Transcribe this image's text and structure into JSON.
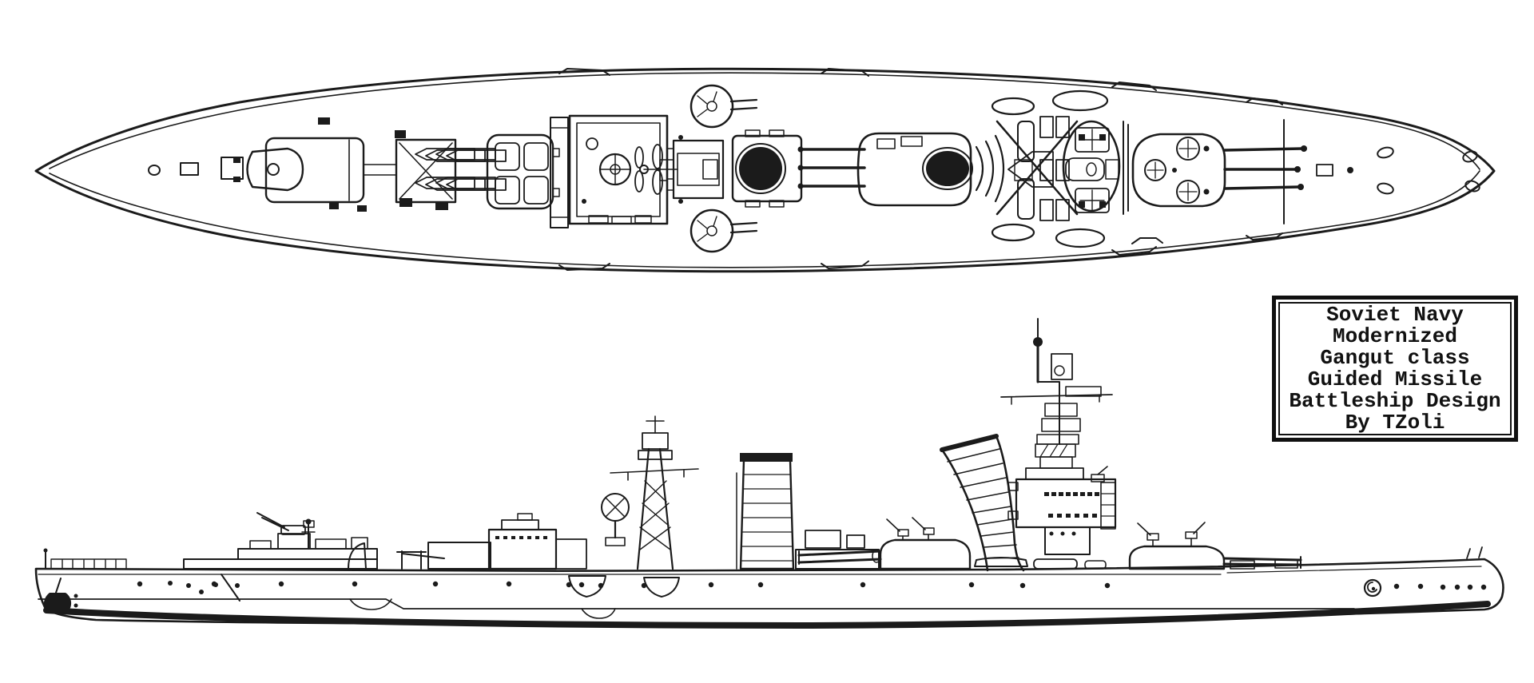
{
  "label_box": {
    "lines": [
      "Soviet Navy",
      "Modernized",
      "Gangut class",
      "Guided Missile",
      "Battleship Design",
      "By TZoli"
    ]
  },
  "colors": {
    "ink": "#1b1b1b",
    "paper": "#ffffff"
  }
}
